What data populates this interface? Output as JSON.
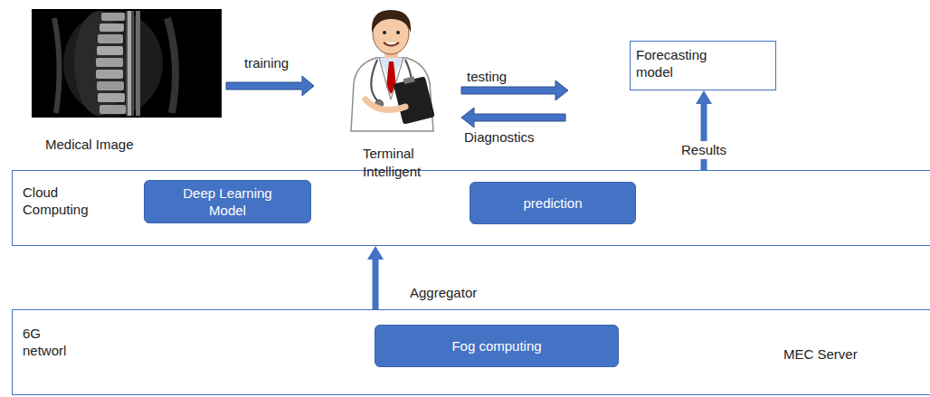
{
  "diagram": {
    "nodes": [
      {
        "text": [
          "Forecasting model"
        ]
      },
      {
        "text": [
          "Cloud Computing"
        ]
      },
      {
        "text": [
          "Deep Learning Model"
        ],
        "in": 1
      },
      {
        "text": [
          "prediction"
        ],
        "in": 1
      },
      {
        "text": [
          "6G networl"
        ]
      },
      {
        "text": [
          "Fog computing"
        ],
        "in": 4
      }
    ],
    "edges": [
      {
        "from": 2,
        "to": 3,
        "arrow": "to"
      },
      {
        "from": 4,
        "to": 1,
        "label": "Aggregator",
        "arrow": "to"
      },
      {
        "from": 1,
        "to": 0,
        "label": "Results",
        "arrow": "to"
      }
    ],
    "labels": [
      "Medical Image",
      "training",
      "Terminal Intelligent",
      "testing",
      "Diagnostics",
      "MEC Server"
    ]
  }
}
